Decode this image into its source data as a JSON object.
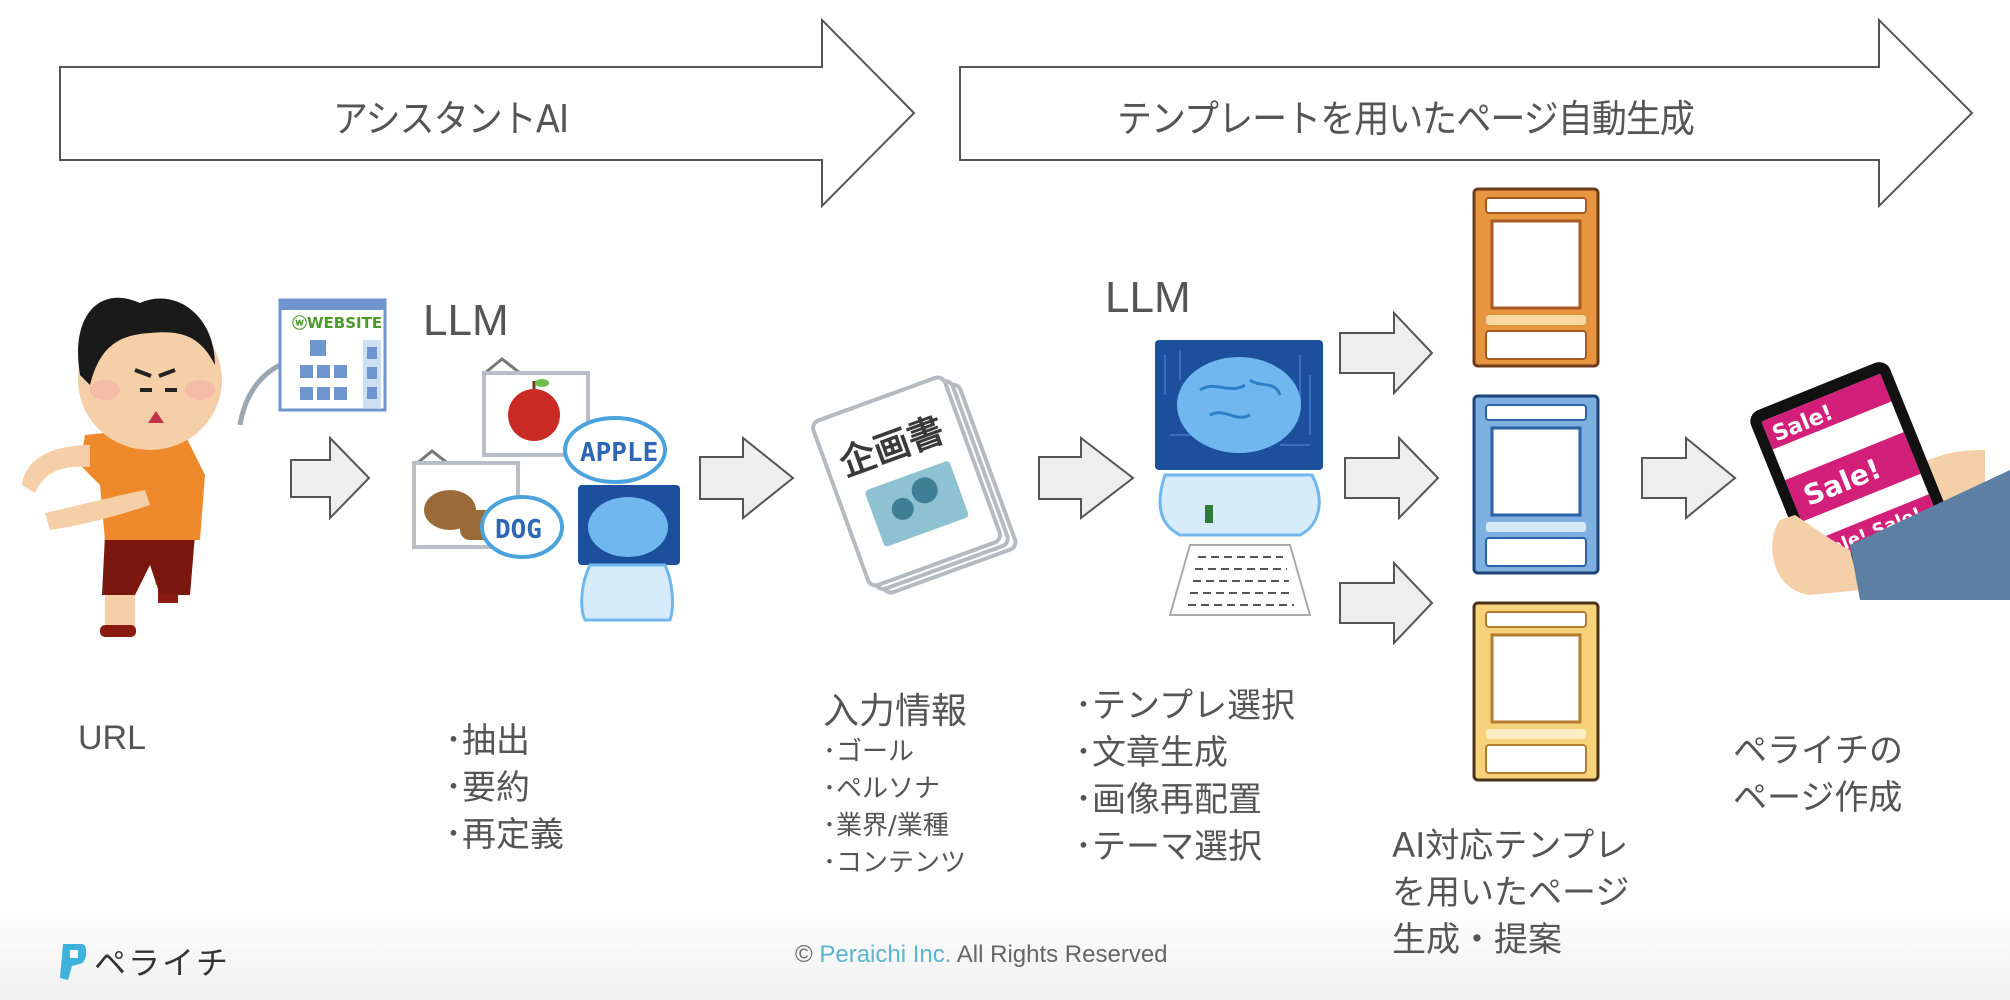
{
  "banners": [
    {
      "label": "アシスタントAI"
    },
    {
      "label": "テンプレートを用いたページ自動生成"
    }
  ],
  "stages": {
    "url": {
      "label": "URL",
      "illustration": "running-boy-with-website-icon"
    },
    "llm1": {
      "title": "LLM",
      "illustration": "ai-brain-recognizing-pictures",
      "speech_bubbles": [
        "APPLE",
        "DOG"
      ],
      "items": [
        "抽出",
        "要約",
        "再定義"
      ]
    },
    "input": {
      "illustration": "proposal-document",
      "document_title": "企画書",
      "title": "入力情報",
      "items": [
        "ゴール",
        "ペルソナ",
        "業界/業種",
        "コンテンツ"
      ]
    },
    "llm2": {
      "title": "LLM",
      "illustration": "ai-brain-writing",
      "items": [
        "テンプレ選択",
        "文章生成",
        "画像再配置",
        "テーマ選択"
      ]
    },
    "templates": {
      "illustration": "template-cards",
      "cards": [
        {
          "theme": "orange",
          "frame": "#e7953f",
          "border": "#6b3b1c",
          "inner": "#a85a24",
          "band": "#f7d9a3"
        },
        {
          "theme": "blue",
          "frame": "#7db0e0",
          "border": "#1d4578",
          "inner": "#2c63a6",
          "band": "#d6e9f8"
        },
        {
          "theme": "yellow",
          "frame": "#f6d27a",
          "border": "#4b3318",
          "inner": "#b47b32",
          "band": "#fbeec4"
        }
      ],
      "caption": [
        "AI対応テンプレ",
        "を用いたページ",
        "生成・提案"
      ]
    },
    "result": {
      "illustration": "tablet-showing-sale-page",
      "tablet_texts": [
        "Sale!",
        "Sale!",
        "Sale! Sale!"
      ],
      "caption": [
        "ペライチの",
        "ページ作成"
      ]
    }
  },
  "footer": {
    "logo_text": "ペライチ",
    "copyright_symbol": "©",
    "company": "Peraichi Inc.",
    "rights": "All Rights Reserved",
    "brand_color": "#5bb5cf"
  }
}
